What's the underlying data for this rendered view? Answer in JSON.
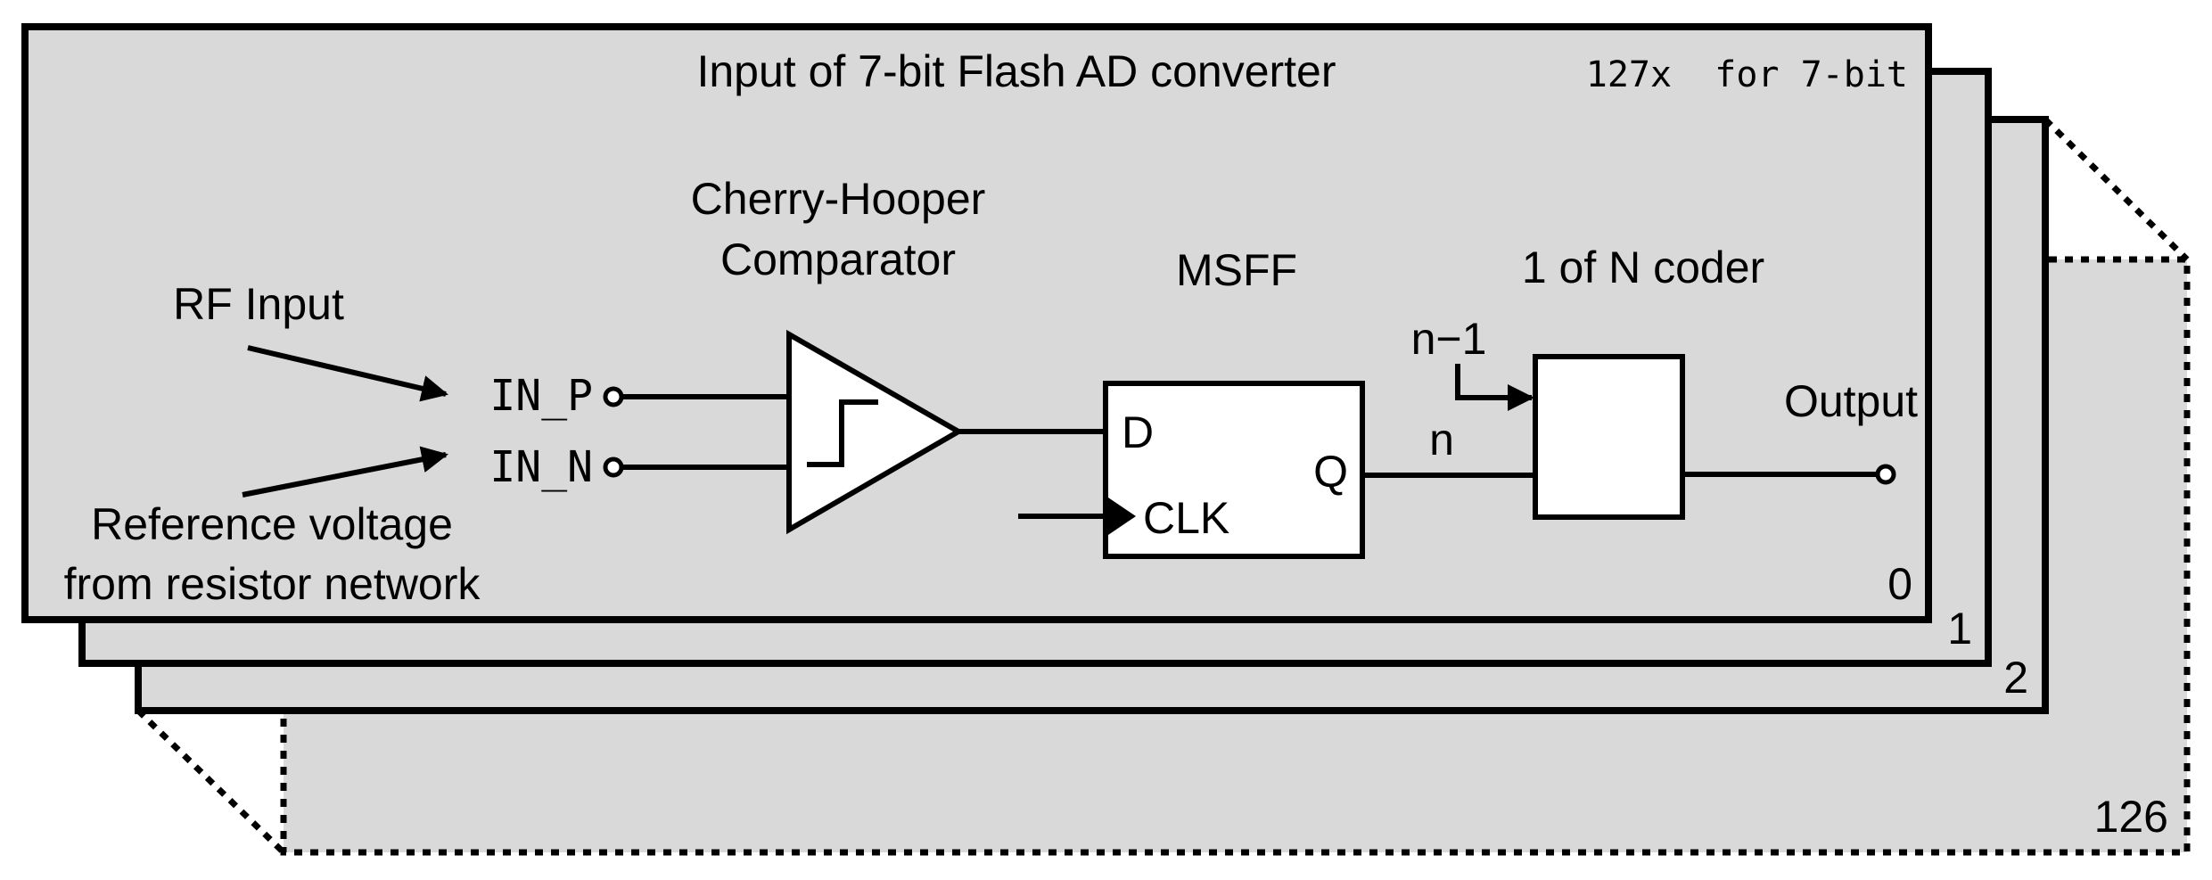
{
  "title": "Input of 7-bit Flash AD converter",
  "stack_count": "127x  for 7-bit",
  "layer_indices": [
    "0",
    "1",
    "2",
    "126"
  ],
  "comparator_label": [
    "Cherry-Hooper",
    "Comparator"
  ],
  "msff_label": "MSFF",
  "coder_label": "1 of N coder",
  "rf_input_label": "RF Input",
  "reference_label": [
    "Reference voltage",
    "from resistor network"
  ],
  "pin_in_p": "IN_P",
  "pin_in_n": "IN_N",
  "ff_d": "D",
  "ff_q": "Q",
  "ff_clk": "CLK",
  "signal_n_minus_1": "n−1",
  "signal_n": "n",
  "output_label": "Output",
  "colors": {
    "panel": "#d9d9d9",
    "block": "#ffffff",
    "line": "#000000"
  }
}
